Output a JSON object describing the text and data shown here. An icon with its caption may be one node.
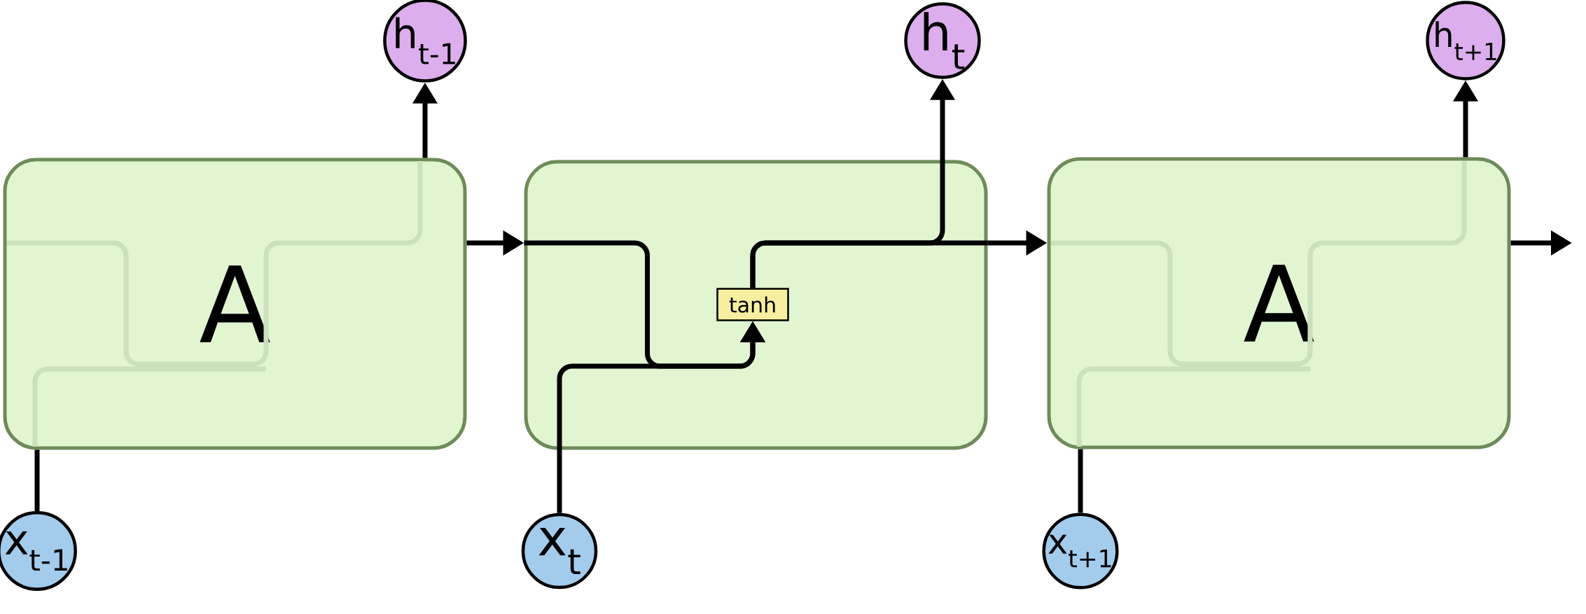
{
  "diagram": {
    "nodes": [
      {
        "text": [
          "h$_{t-1}$"
        ]
      },
      {
        "text": [
          "h$_{t}$"
        ]
      },
      {
        "text": [
          "h$_{t+1}$"
        ]
      },
      {
        "text": [
          "A"
        ]
      },
      {
        "text": [],
        "shape": "box"
      },
      {
        "text": [
          "tanh"
        ],
        "in": 4
      },
      {
        "text": [
          "A"
        ]
      },
      {
        "text": [
          "x$_{t-1}$"
        ]
      },
      {
        "text": [
          "x$_{t}$"
        ]
      },
      {
        "text": [
          "x$_{t+1}$"
        ]
      }
    ],
    "edges": [
      {
        "from": 7,
        "to": 3,
        "arrow": "none"
      },
      {
        "from": 3,
        "to": 0,
        "arrow": "to"
      },
      {
        "from": 3,
        "to": 4,
        "arrow": "to"
      },
      {
        "from": 4,
        "to": 5,
        "arrow": "to"
      },
      {
        "from": 8,
        "to": 5,
        "arrow": "to"
      },
      {
        "from": 5,
        "to": 1,
        "arrow": "to"
      },
      {
        "from": 5,
        "to": 4,
        "arrow": "none"
      },
      {
        "from": 4,
        "to": 6,
        "arrow": "to"
      },
      {
        "from": 6,
        "to": 2,
        "arrow": "to"
      },
      {
        "from": 9,
        "to": 6,
        "arrow": "none"
      },
      {
        "from": 6,
        "to": null,
        "arrow": "to"
      }
    ]
  }
}
